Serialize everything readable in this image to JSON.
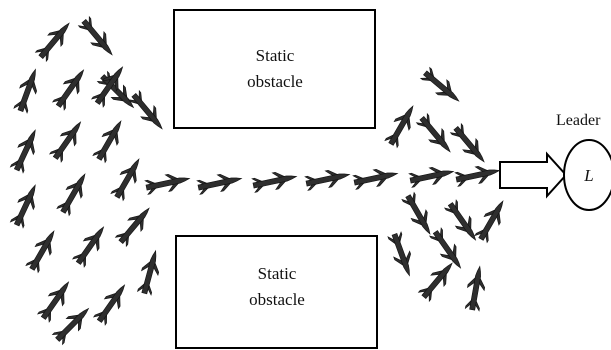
{
  "obstacles": [
    {
      "line1": "Static",
      "line2": "obstacle"
    },
    {
      "line1": "Static",
      "line2": "obstacle"
    }
  ],
  "leader": {
    "label": "Leader",
    "symbol": "L"
  },
  "colors": {
    "agent": "#2e2e2e",
    "outline": "#000000",
    "background": "#ffffff"
  }
}
